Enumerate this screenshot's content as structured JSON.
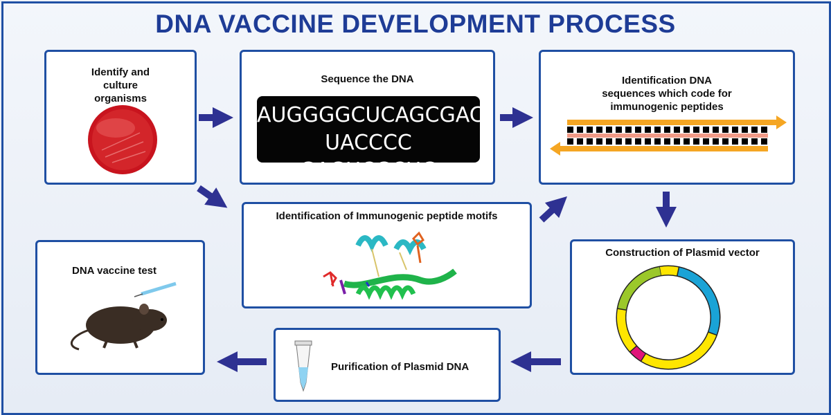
{
  "title": "DNA VACCINE DEVELOPMENT PROCESS",
  "steps": {
    "identify": {
      "label": "Identify and culture organisms"
    },
    "sequence": {
      "label": "Sequence the DNA",
      "seq_line1": "AUGGGGCUCAGCGAC",
      "seq_line2": "UACCCC GAGUCGCUG"
    },
    "identification_dna": {
      "label": "Identification DNA sequences which code for immunogenic peptides"
    },
    "motifs": {
      "label": "Identification of Immunogenic peptide motifs"
    },
    "construction": {
      "label": "Construction of Plasmid vector"
    },
    "purification": {
      "label": "Purification of Plasmid DNA"
    },
    "test": {
      "label": "DNA vaccine test"
    }
  },
  "colors": {
    "accent": "#1e3c96",
    "arrow": "#2e3192",
    "border": "#1f4fa3"
  }
}
